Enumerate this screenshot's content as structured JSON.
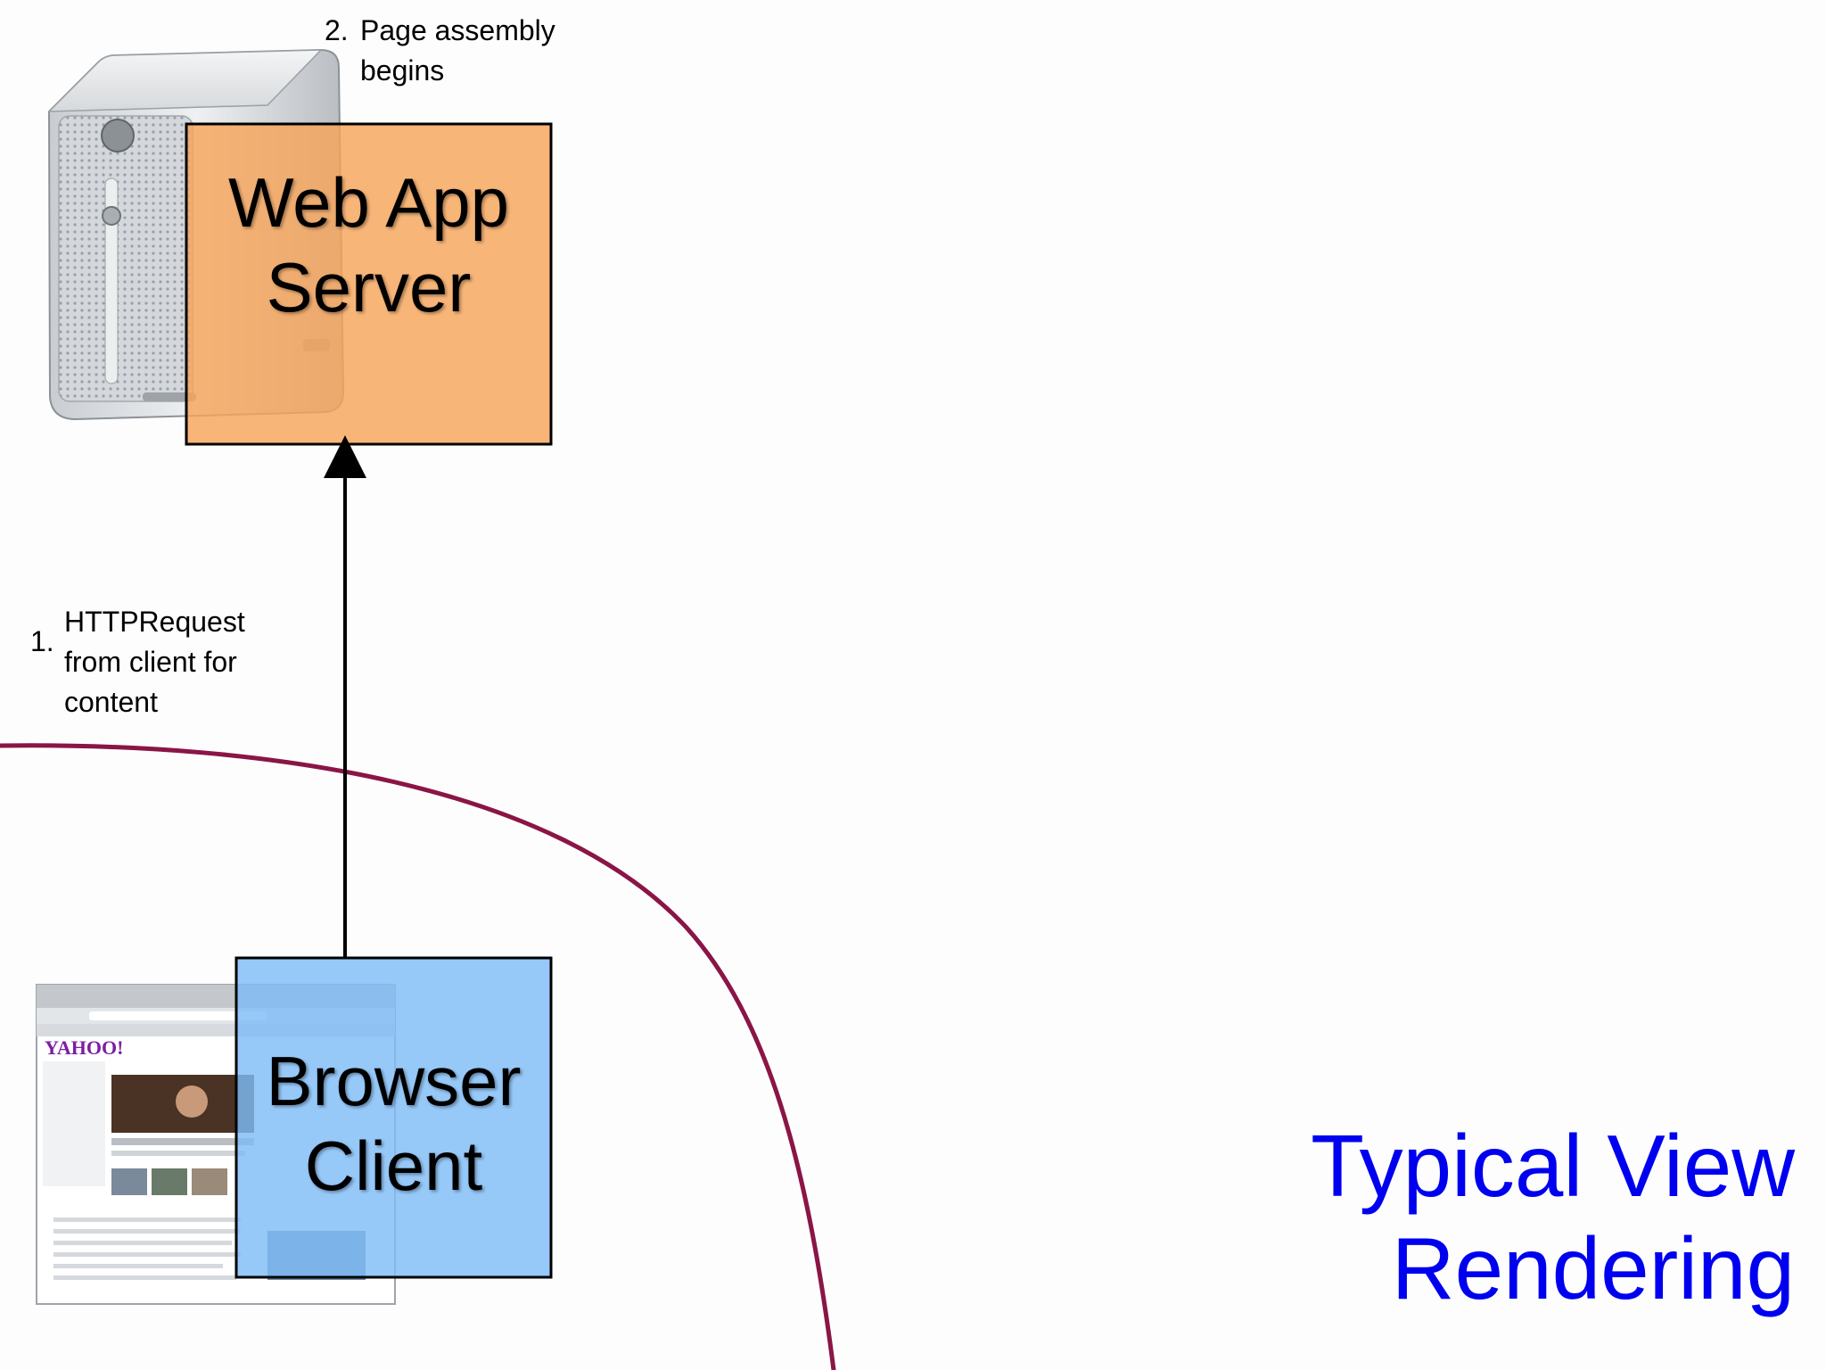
{
  "server_node": {
    "title_line1": "Web App",
    "title_line2": "Server",
    "icon": "server-tower-icon",
    "fill_color": "#f7a55a"
  },
  "client_node": {
    "title_line1": "Browser",
    "title_line2": "Client",
    "icon": "browser-screenshot-icon",
    "fill_color": "#7fbcf7",
    "screenshot_logo": "YAHOO!"
  },
  "steps": [
    {
      "number": "1.",
      "lines": [
        "HTTPRequest",
        "from client for",
        "content"
      ]
    },
    {
      "number": "2.",
      "lines": [
        "Page assembly",
        "begins"
      ]
    }
  ],
  "slide_title": {
    "line1": "Typical View",
    "line2": "Rendering",
    "color": "#0000f0"
  },
  "boundary_color": "#8a1546"
}
